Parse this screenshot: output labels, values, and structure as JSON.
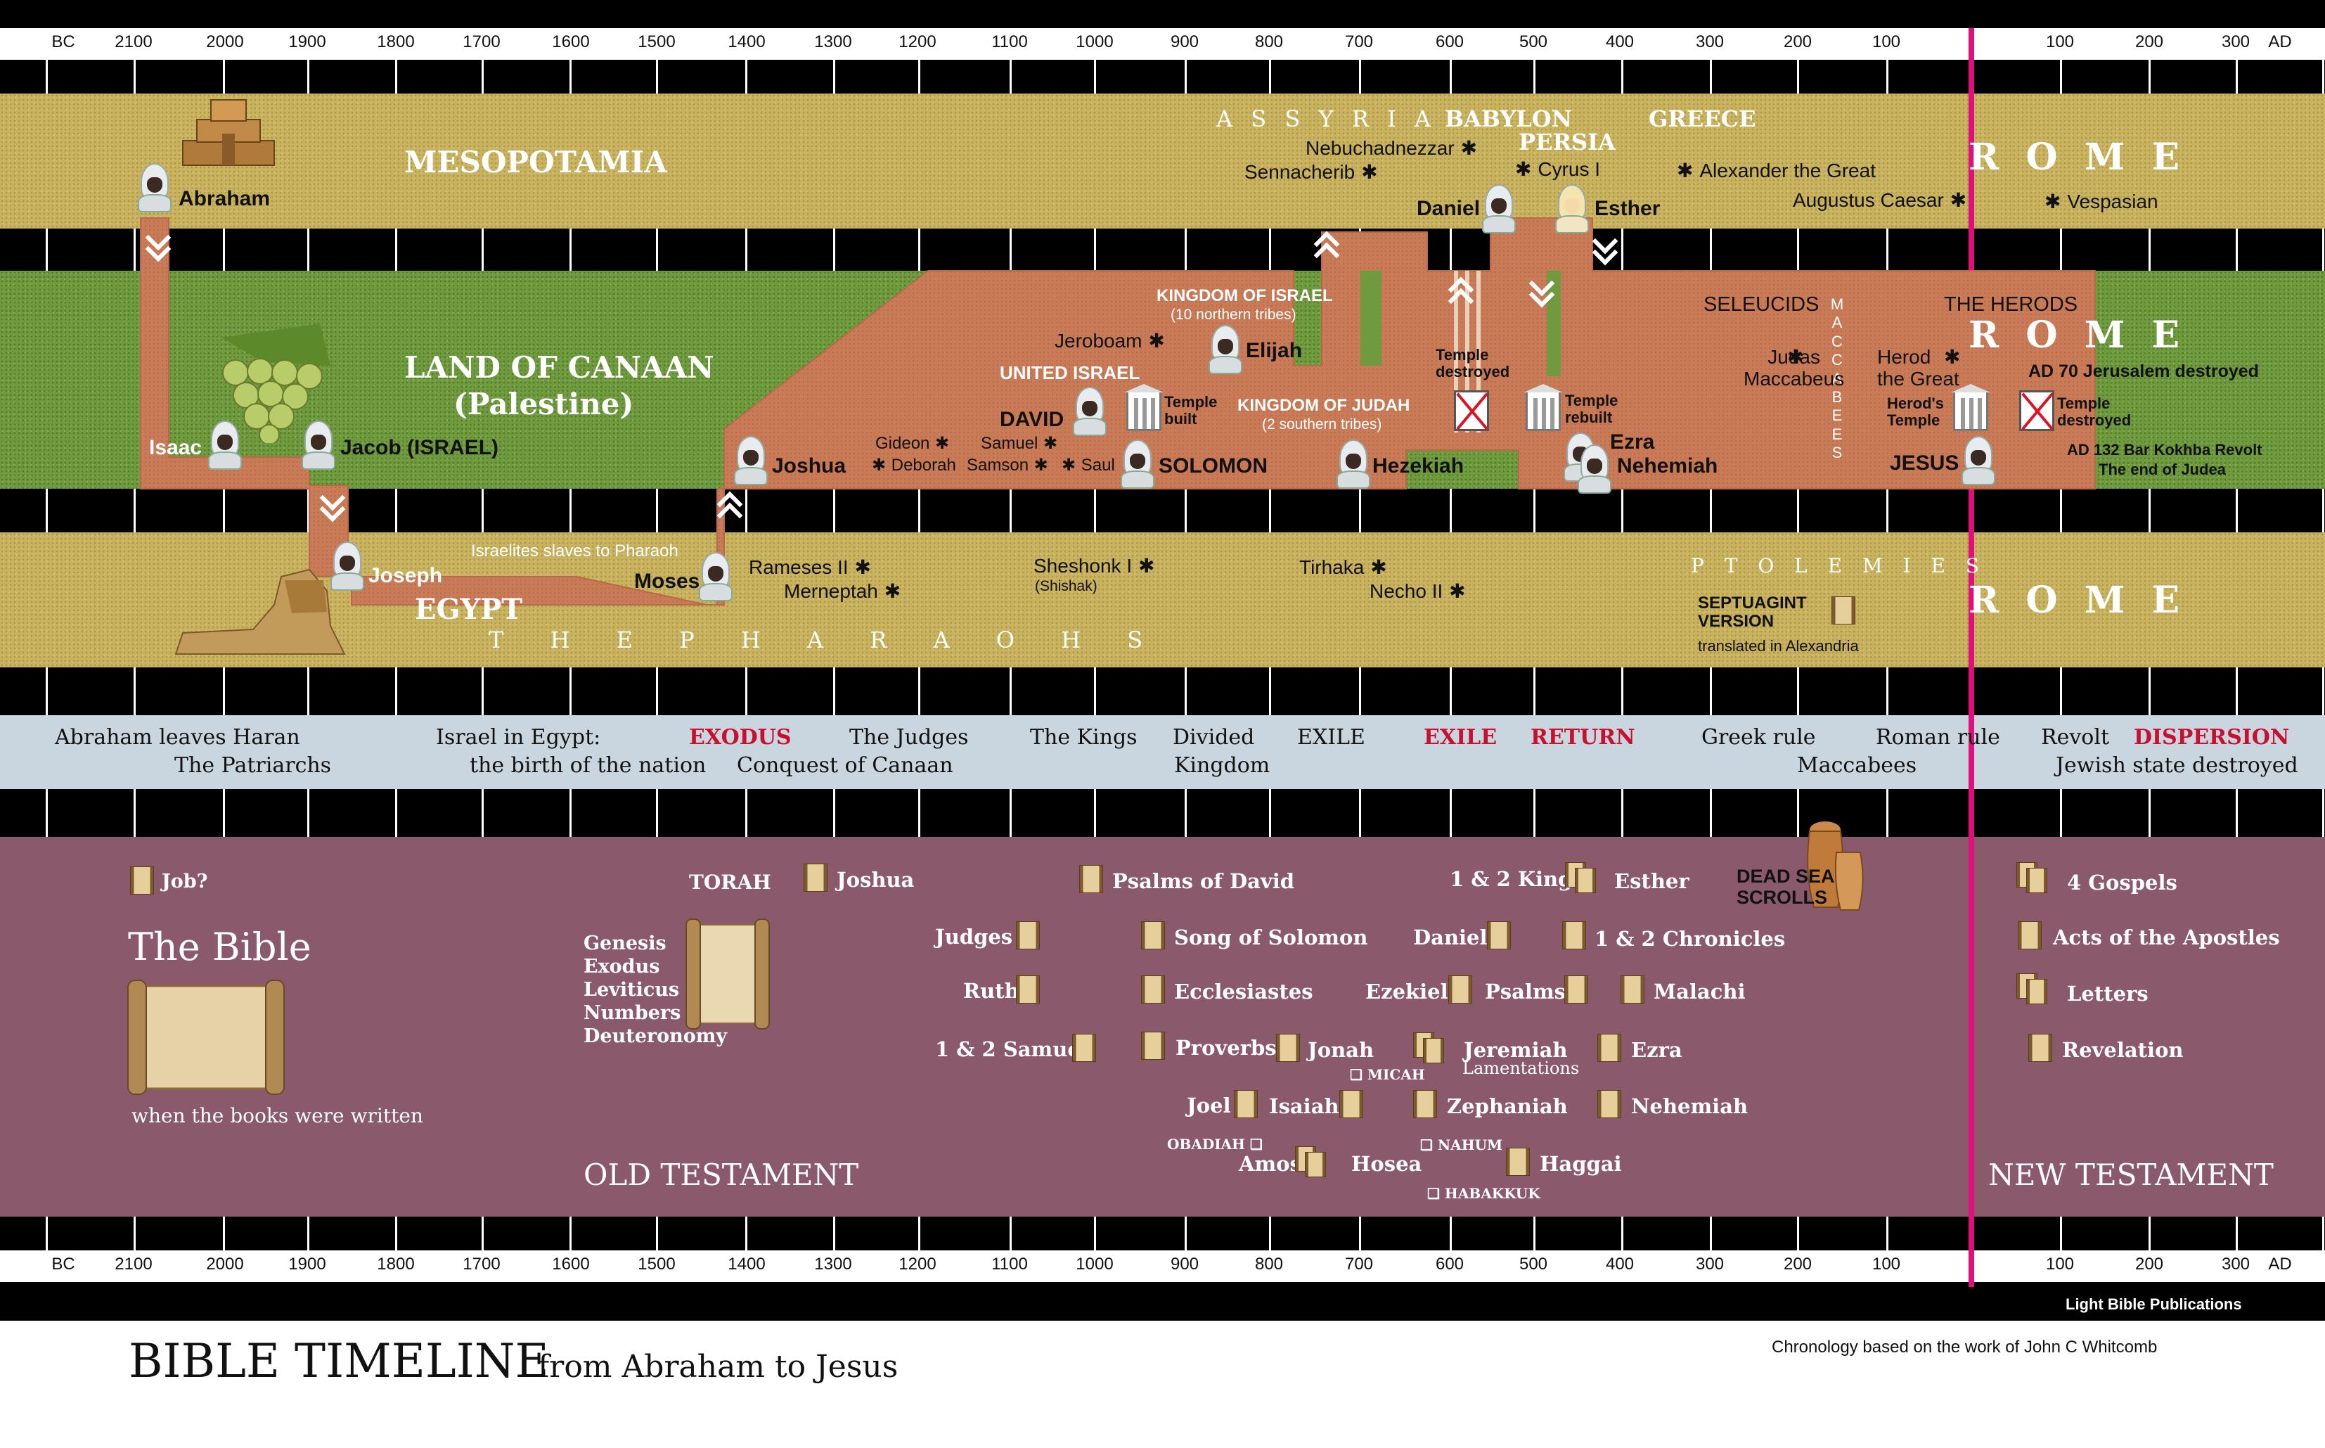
{
  "axis": {
    "labels": [
      "BC",
      "2100",
      "2000",
      "1900",
      "1800",
      "1700",
      "1600",
      "1500",
      "1400",
      "1300",
      "1200",
      "1100",
      "1000",
      "900",
      "800",
      "700",
      "600",
      "500",
      "400",
      "300",
      "200",
      "100",
      "100",
      "200",
      "300",
      "AD"
    ]
  },
  "regions": {
    "mesopotamia": "MESOPOTAMIA",
    "canaan": "LAND OF CANAAN",
    "palestine": "(Palestine)",
    "egypt": "EGYPT",
    "pharaohs": "T H E     P H A R A O H S",
    "assyria": "A S S Y R I A",
    "babylon": "BABYLON",
    "persia": "PERSIA",
    "greece": "GREECE",
    "rome": "R  O  M  E",
    "ptolemies": "P T O L E M I E S",
    "seleucids": "SELEUCIDS",
    "maccabees": "MACCABEES",
    "herods": "THE HERODS"
  },
  "people": {
    "abraham": "Abraham",
    "isaac": "Isaac",
    "jacob": "Jacob (ISRAEL)",
    "joseph": "Joseph",
    "moses": "Moses",
    "joshua": "Joshua",
    "david": "DAVID",
    "solomon": "SOLOMON",
    "elijah": "Elijah",
    "hezekiah": "Hezekiah",
    "daniel": "Daniel",
    "esther": "Esther",
    "ezra": "Ezra",
    "nehemiah": "Nehemiah",
    "jesus": "JESUS"
  },
  "labels": {
    "slaves": "Israelites slaves to Pharaoh",
    "united_israel": "UNITED ISRAEL",
    "kingdom_israel": "KINGDOM OF ISRAEL",
    "kingdom_israel_sub": "(10 northern tribes)",
    "kingdom_judah": "KINGDOM OF JUDAH",
    "kingdom_judah_sub": "(2 southern tribes)",
    "temple_built": "Temple\nbuilt",
    "temple_destroyed": "Temple\ndestroyed",
    "temple_rebuilt": "Temple\nrebuilt",
    "herods_temple": "Herod's\nTemple",
    "temple_destroyed2": "Temple\ndestroyed",
    "ad70": "AD 70 Jerusalem destroyed",
    "ad132": "AD 132 Bar Kokhba Revolt",
    "end_judea": "The end of Judea",
    "septuagint": "SEPTUAGINT\nVERSION",
    "septuagint_sub": "translated in Alexandria"
  },
  "rulers": {
    "nebuchadnezzar": "Nebuchadnezzar",
    "sennacherib": "Sennacherib",
    "cyrus": "Cyrus I",
    "alexander": "Alexander the Great",
    "augustus": "Augustus Caesar",
    "vespasian": "Vespasian",
    "jeroboam": "Jeroboam",
    "judas": "Judas\nMaccabeus",
    "herod": "Herod\nthe Great",
    "gideon": "Gideon",
    "deborah": "Deborah",
    "samuel": "Samuel",
    "samson": "Samson",
    "saul": "Saul",
    "rameses": "Rameses II",
    "merneptah": "Merneptah",
    "sheshonk": "Sheshonk I",
    "shishak": "(Shishak)",
    "tirhaka": "Tirhaka",
    "necho": "Necho II"
  },
  "eras": {
    "abraham_haran": "Abraham leaves Haran",
    "patriarchs": "The Patriarchs",
    "israel_egypt": "Israel in Egypt:",
    "birth_nation": "the birth of the nation",
    "exodus": "EXODUS",
    "judges": "The  Judges",
    "conquest": "Conquest of Canaan",
    "kings": "The  Kings",
    "divided": "Divided",
    "kingdom": "Kingdom",
    "exile1": "EXILE",
    "exile2": "EXILE",
    "return": "RETURN",
    "greek": "Greek rule",
    "roman": "Roman rule",
    "maccabees": "Maccabees",
    "revolt": "Revolt",
    "dispersion": "DISPERSION",
    "jewish_state": "Jewish state destroyed"
  },
  "bible": {
    "title": "The Bible",
    "subtitle": "when the books were written",
    "old": "OLD TESTAMENT",
    "new": "NEW TESTAMENT",
    "torah": "TORAH",
    "torah_books": [
      "Genesis",
      "Exodus",
      "Leviticus",
      "Numbers",
      "Deuteronomy"
    ],
    "dead_sea": "DEAD SEA\nSCROLLS",
    "books": {
      "job": "Job?",
      "joshua": "Joshua",
      "judges": "Judges",
      "ruth": "Ruth",
      "samuel": "1 & 2 Samuel",
      "psalms_david": "Psalms of David",
      "song": "Song of Solomon",
      "ecclesiastes": "Ecclesiastes",
      "proverbs": "Proverbs",
      "jonah": "Jonah",
      "micah": "❏ MICAH",
      "joel": "Joel",
      "isaiah": "Isaiah",
      "obadiah": "OBADIAH ❏",
      "amos": "Amos",
      "hosea": "Hosea",
      "kings": "1 & 2 Kings",
      "esther": "Esther",
      "daniel": "Daniel",
      "chronicles": "1 & 2 Chronicles",
      "ezekiel": "Ezekiel",
      "psalms": "Psalms",
      "malachi": "Malachi",
      "jeremiah": "Jeremiah",
      "lamentations": "Lamentations",
      "ezra": "Ezra",
      "zephaniah": "Zephaniah",
      "nehemiah": "Nehemiah",
      "nahum": "❏ NAHUM",
      "habakkuk": "❏ HABAKKUK",
      "haggai": "Haggai",
      "gospels": "4 Gospels",
      "acts": "Acts of the Apostles",
      "letters": "Letters",
      "revelation": "Revelation"
    }
  },
  "footer": {
    "publisher": "Light Bible Publications",
    "title": "BIBLE TIMELINE",
    "subtitle": "from Abraham to Jesus",
    "chronology": "Chronology based on the work of John C Whitcomb"
  },
  "colors": {
    "sand": "#c9b35e",
    "grass": "#6f9a3e",
    "path": "#c97b57",
    "era_band": "#c9d6e0",
    "bible_band": "#8a5a6c",
    "ad_line": "#e0107a",
    "red_text": "#c8102e"
  }
}
